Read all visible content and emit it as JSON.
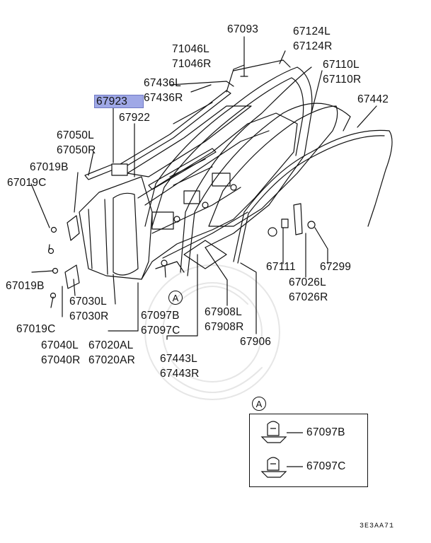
{
  "highlighted_part": "67923",
  "parts": {
    "p67093": "67093",
    "p67124": [
      "67124L",
      "67124R"
    ],
    "p71046": [
      "71046L",
      "71046R"
    ],
    "p67110": [
      "67110L",
      "67110R"
    ],
    "p67436": [
      "67436L",
      "67436R"
    ],
    "p67923": "67923",
    "p67442": "67442",
    "p67922": "67922",
    "p67050": [
      "67050L",
      "67050R"
    ],
    "p67019B_top": "67019B",
    "p67019C_top": "67019C",
    "p67019B_bot": "67019B",
    "p67019C_bot": "67019C",
    "p67030": [
      "67030L",
      "67030R"
    ],
    "p67040": [
      "67040L",
      "67040R"
    ],
    "p67020": [
      "67020AL",
      "67020AR"
    ],
    "p67097": [
      "67097B",
      "67097C"
    ],
    "p67908": [
      "67908L",
      "67908R"
    ],
    "p67906": "67906",
    "p67443": [
      "67443L",
      "67443R"
    ],
    "p67111": "67111",
    "p67299": "67299",
    "p67026": [
      "67026L",
      "67026R"
    ]
  },
  "callout_letter": "A",
  "detail": {
    "letter": "A",
    "items": [
      "67097B",
      "67097C"
    ]
  },
  "diagram_code": "3E3AA71"
}
